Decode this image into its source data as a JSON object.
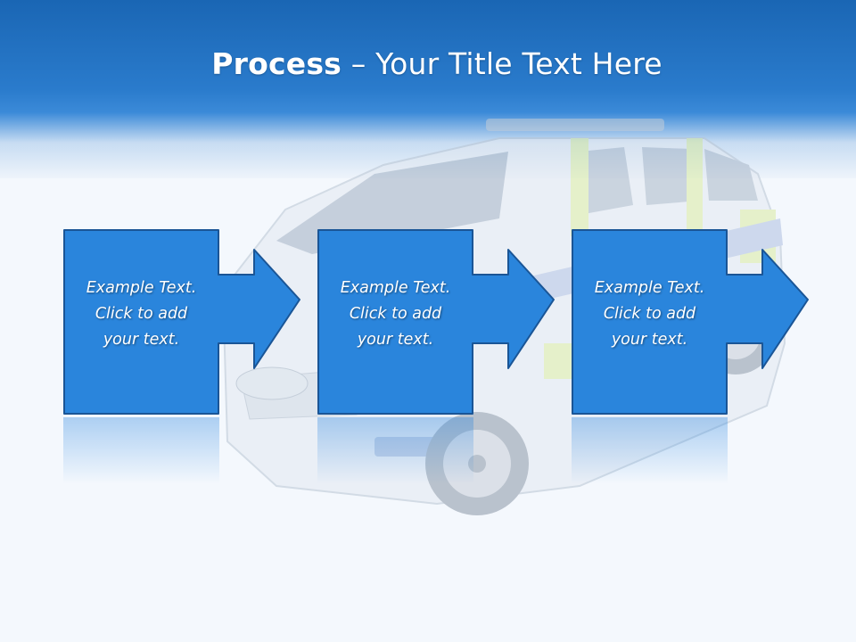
{
  "slide": {
    "title_bold": "Process",
    "title_rest": " – Your Title Text Here"
  },
  "steps": [
    {
      "line1": "Example Text.",
      "line2": "Click  to add",
      "line3": "your text."
    },
    {
      "line1": "Example Text.",
      "line2": "Click  to add",
      "line3": "your text."
    },
    {
      "line1": "Example Text.",
      "line2": "Click  to add",
      "line3": "your text."
    }
  ],
  "colors": {
    "header": "#1a66b4",
    "box_fill": "#2a85dc",
    "box_stroke": "#1a5596",
    "background": "#f4f8fd"
  },
  "background_image": "police-car"
}
